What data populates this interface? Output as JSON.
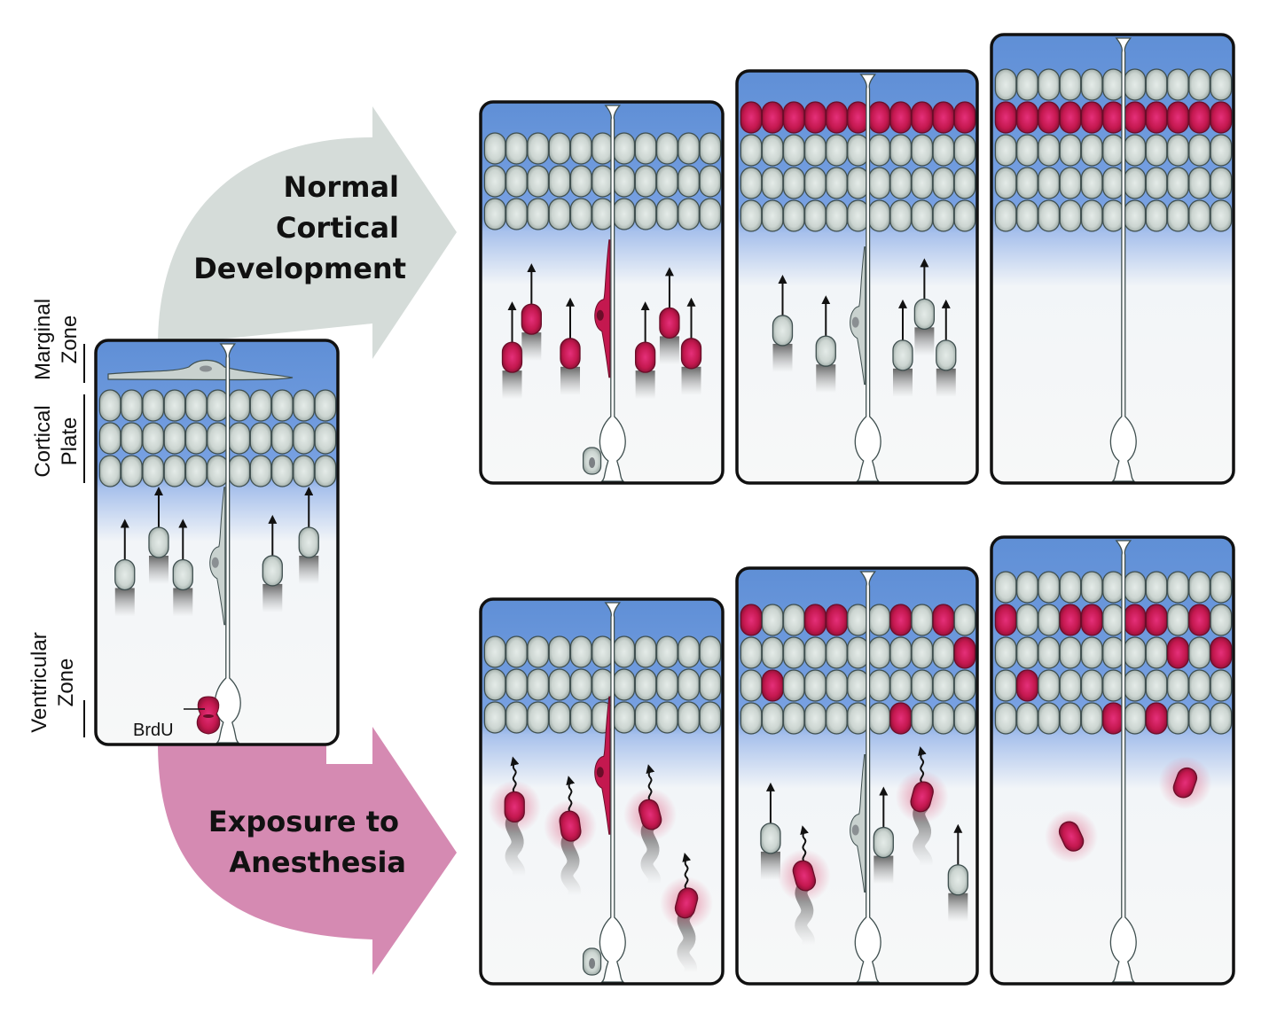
{
  "colors": {
    "normal_arrow": "#d5dcd9",
    "anesthesia_arrow": "#d58ab2",
    "panel_top_blue": "#5f8fd6",
    "panel_bottom": "#f7f8f8",
    "neuron_grey": "#c9d2cf",
    "neuron_stroke": "#3f4f4f",
    "brdu_red": "#c4184f",
    "brdu_dark": "#7a0f2e",
    "glow": "#e2708f",
    "border": "#111111"
  },
  "arrows": {
    "normal": {
      "lines": [
        "Normal",
        "Cortical",
        "Development"
      ]
    },
    "anesthesia": {
      "lines": [
        "Exposure to",
        "Anesthesia"
      ]
    }
  },
  "zone_labels": {
    "marginal": [
      "Marginal",
      "Zone"
    ],
    "cortical": [
      "Cortical",
      "Plate"
    ],
    "ventricular": [
      "Ventricular",
      "Zone"
    ]
  },
  "brdu_label": "BrdU",
  "panels": [
    {
      "id": "initial",
      "rows": [
        [
          0,
          0,
          0,
          0,
          0,
          0,
          0,
          0,
          0,
          0,
          0
        ],
        [
          0,
          0,
          0,
          0,
          0,
          0,
          0,
          0,
          0,
          0,
          0
        ],
        [
          0,
          0,
          0,
          0,
          0,
          0,
          0,
          0,
          0,
          0,
          0
        ]
      ],
      "has_marginal_cell": true,
      "migrating": [
        {
          "col": 0.12,
          "depth": 0.58,
          "state": "grey",
          "mode": "straight"
        },
        {
          "col": 0.26,
          "depth": 0.5,
          "state": "grey",
          "mode": "straight"
        },
        {
          "col": 0.36,
          "depth": 0.58,
          "state": "grey",
          "mode": "straight"
        },
        {
          "col": 0.73,
          "depth": 0.57,
          "state": "grey",
          "mode": "straight"
        },
        {
          "col": 0.88,
          "depth": 0.5,
          "state": "grey",
          "mode": "straight"
        }
      ],
      "glia_cell": {
        "state": "grey",
        "depth": 0.55
      },
      "brdu_cell": true,
      "vz_cell": false
    },
    {
      "id": "normal-1",
      "rows": [
        [
          0,
          0,
          0,
          0,
          0,
          0,
          0,
          0,
          0,
          0,
          0
        ],
        [
          0,
          0,
          0,
          0,
          0,
          0,
          0,
          0,
          0,
          0,
          0
        ],
        [
          0,
          0,
          0,
          0,
          0,
          0,
          0,
          0,
          0,
          0,
          0
        ]
      ],
      "migrating": [
        {
          "col": 0.13,
          "depth": 0.67,
          "state": "red",
          "mode": "straight"
        },
        {
          "col": 0.21,
          "depth": 0.57,
          "state": "red",
          "mode": "straight"
        },
        {
          "col": 0.37,
          "depth": 0.66,
          "state": "red",
          "mode": "straight"
        },
        {
          "col": 0.68,
          "depth": 0.67,
          "state": "red",
          "mode": "straight"
        },
        {
          "col": 0.78,
          "depth": 0.58,
          "state": "red",
          "mode": "straight"
        },
        {
          "col": 0.87,
          "depth": 0.66,
          "state": "red",
          "mode": "straight"
        }
      ],
      "glia_cell": {
        "state": "red",
        "depth": 0.56
      },
      "brdu_cell": false,
      "vz_cell": true
    },
    {
      "id": "normal-2",
      "rows": [
        [
          1,
          1,
          1,
          1,
          1,
          1,
          1,
          1,
          1,
          1,
          1
        ],
        [
          0,
          0,
          0,
          0,
          0,
          0,
          0,
          0,
          0,
          0,
          0
        ],
        [
          0,
          0,
          0,
          0,
          0,
          0,
          0,
          0,
          0,
          0,
          0
        ],
        [
          0,
          0,
          0,
          0,
          0,
          0,
          0,
          0,
          0,
          0,
          0
        ]
      ],
      "migrating": [
        {
          "col": 0.19,
          "depth": 0.63,
          "state": "grey",
          "mode": "straight"
        },
        {
          "col": 0.37,
          "depth": 0.68,
          "state": "grey",
          "mode": "straight"
        },
        {
          "col": 0.69,
          "depth": 0.69,
          "state": "grey",
          "mode": "straight"
        },
        {
          "col": 0.78,
          "depth": 0.59,
          "state": "grey",
          "mode": "straight"
        },
        {
          "col": 0.87,
          "depth": 0.69,
          "state": "grey",
          "mode": "straight"
        }
      ],
      "glia_cell": {
        "state": "grey",
        "depth": 0.61
      },
      "brdu_cell": false,
      "vz_cell": false
    },
    {
      "id": "normal-3",
      "rows": [
        [
          0,
          0,
          0,
          0,
          0,
          0,
          0,
          0,
          0,
          0,
          0
        ],
        [
          1,
          1,
          1,
          1,
          1,
          1,
          1,
          1,
          1,
          1,
          1
        ],
        [
          0,
          0,
          0,
          0,
          0,
          0,
          0,
          0,
          0,
          0,
          0
        ],
        [
          0,
          0,
          0,
          0,
          0,
          0,
          0,
          0,
          0,
          0,
          0
        ],
        [
          0,
          0,
          0,
          0,
          0,
          0,
          0,
          0,
          0,
          0,
          0
        ]
      ],
      "migrating": [],
      "glia_cell": null,
      "brdu_cell": false,
      "vz_cell": false
    },
    {
      "id": "anesthesia-1",
      "rows": [
        [
          0,
          0,
          0,
          0,
          0,
          0,
          0,
          0,
          0,
          0,
          0
        ],
        [
          0,
          0,
          0,
          0,
          0,
          0,
          0,
          0,
          0,
          0,
          0
        ],
        [
          0,
          0,
          0,
          0,
          0,
          0,
          0,
          0,
          0,
          0,
          0
        ]
      ],
      "migrating": [
        {
          "col": 0.14,
          "depth": 0.54,
          "state": "red",
          "mode": "wavy",
          "tilt": 0
        },
        {
          "col": 0.37,
          "depth": 0.59,
          "state": "red",
          "mode": "wavy",
          "tilt": -8
        },
        {
          "col": 0.7,
          "depth": 0.56,
          "state": "red",
          "mode": "wavy",
          "tilt": -15
        },
        {
          "col": 0.85,
          "depth": 0.79,
          "state": "red",
          "mode": "wavy",
          "tilt": 15
        }
      ],
      "glia_cell": {
        "state": "red",
        "depth": 0.45
      },
      "brdu_cell": false,
      "vz_cell": true
    },
    {
      "id": "anesthesia-2",
      "rows": [
        [
          1,
          0,
          0,
          1,
          1,
          0,
          0,
          1,
          0,
          1,
          0
        ],
        [
          0,
          0,
          0,
          0,
          0,
          0,
          0,
          0,
          0,
          0,
          1
        ],
        [
          0,
          1,
          0,
          0,
          0,
          0,
          0,
          0,
          0,
          0,
          0
        ],
        [
          0,
          0,
          0,
          0,
          0,
          0,
          0,
          1,
          0,
          0,
          0
        ]
      ],
      "migrating": [
        {
          "col": 0.14,
          "depth": 0.65,
          "state": "grey",
          "mode": "straight"
        },
        {
          "col": 0.28,
          "depth": 0.74,
          "state": "red",
          "mode": "wavy",
          "tilt": -15
        },
        {
          "col": 0.61,
          "depth": 0.66,
          "state": "grey",
          "mode": "straight"
        },
        {
          "col": 0.77,
          "depth": 0.55,
          "state": "red",
          "mode": "wavy",
          "tilt": 15
        },
        {
          "col": 0.92,
          "depth": 0.75,
          "state": "grey",
          "mode": "straight"
        }
      ],
      "glia_cell": {
        "state": "grey",
        "depth": 0.63
      },
      "brdu_cell": false,
      "vz_cell": false
    },
    {
      "id": "anesthesia-3",
      "rows": [
        [
          0,
          0,
          0,
          0,
          0,
          0,
          0,
          0,
          0,
          0,
          0
        ],
        [
          1,
          0,
          0,
          1,
          1,
          0,
          1,
          1,
          0,
          1,
          0
        ],
        [
          0,
          0,
          0,
          0,
          0,
          0,
          0,
          0,
          1,
          0,
          1
        ],
        [
          0,
          1,
          0,
          0,
          0,
          0,
          0,
          0,
          0,
          0,
          0
        ],
        [
          0,
          0,
          0,
          0,
          0,
          1,
          0,
          1,
          0,
          0,
          0
        ]
      ],
      "migrating": [
        {
          "col": 0.33,
          "depth": 0.67,
          "state": "red",
          "mode": "stalled",
          "tilt": -25
        },
        {
          "col": 0.8,
          "depth": 0.55,
          "state": "red",
          "mode": "stalled",
          "tilt": 20
        }
      ],
      "glia_cell": null,
      "brdu_cell": false,
      "vz_cell": false
    }
  ]
}
